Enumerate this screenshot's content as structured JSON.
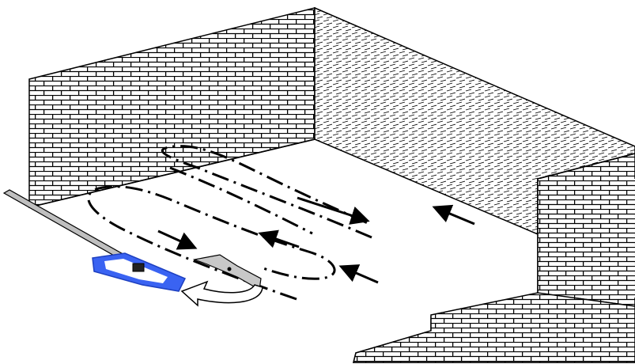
{
  "scene": {
    "subject": "mopping-path-diagram",
    "walls": [
      "back-left-brick-wall",
      "back-hatched-wall",
      "right-brick-wall"
    ],
    "tool": "flat-mop",
    "path_style": "dash-dot"
  },
  "colors": {
    "background": "#ffffff",
    "ink": "#000000",
    "mop_pad": "#3a63f2",
    "mop_plate": "#c8c8c8",
    "handle": "#bfbfbf"
  },
  "icons": [
    "brick-pattern",
    "hatch-pattern",
    "direction-arrow",
    "curved-turn-arrow"
  ]
}
